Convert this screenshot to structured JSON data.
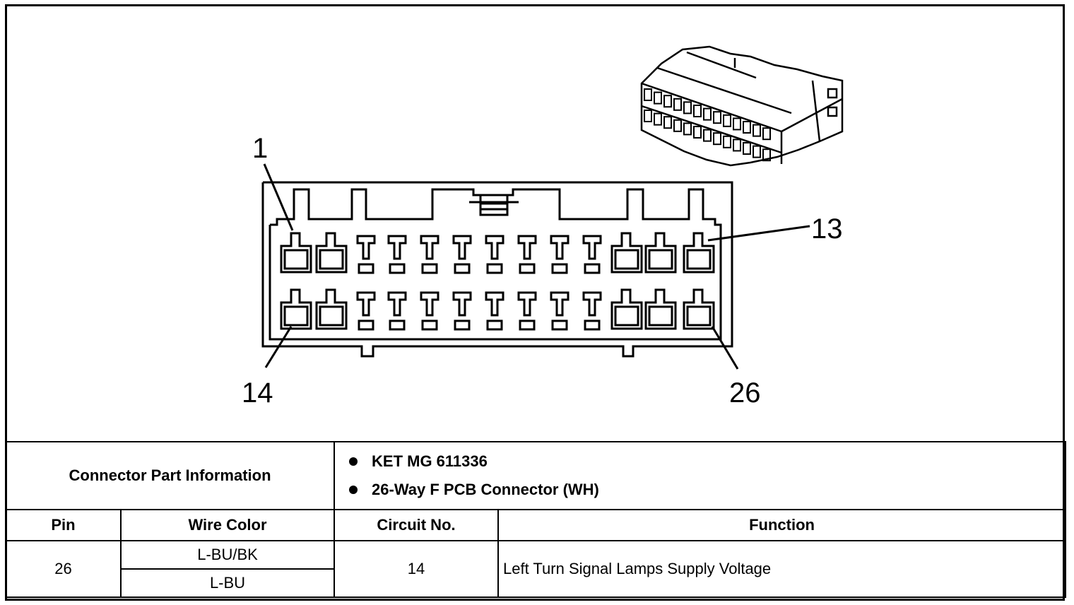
{
  "pin_labels": {
    "top_left": "1",
    "top_right": "13",
    "bottom_left": "14",
    "bottom_right": "26"
  },
  "connector_info": {
    "title": "Connector Part Information",
    "items": [
      "KET MG 611336",
      "26-Way F PCB Connector (WH)"
    ]
  },
  "table": {
    "headers": {
      "pin": "Pin",
      "wire_color": "Wire Color",
      "circuit": "Circuit No.",
      "function": "Function"
    },
    "rows": [
      {
        "pin": "26",
        "wire_colors": [
          "L-BU/BK",
          "L-BU"
        ],
        "circuit": "14",
        "function": "Left Turn Signal Lamps Supply Voltage"
      }
    ]
  }
}
